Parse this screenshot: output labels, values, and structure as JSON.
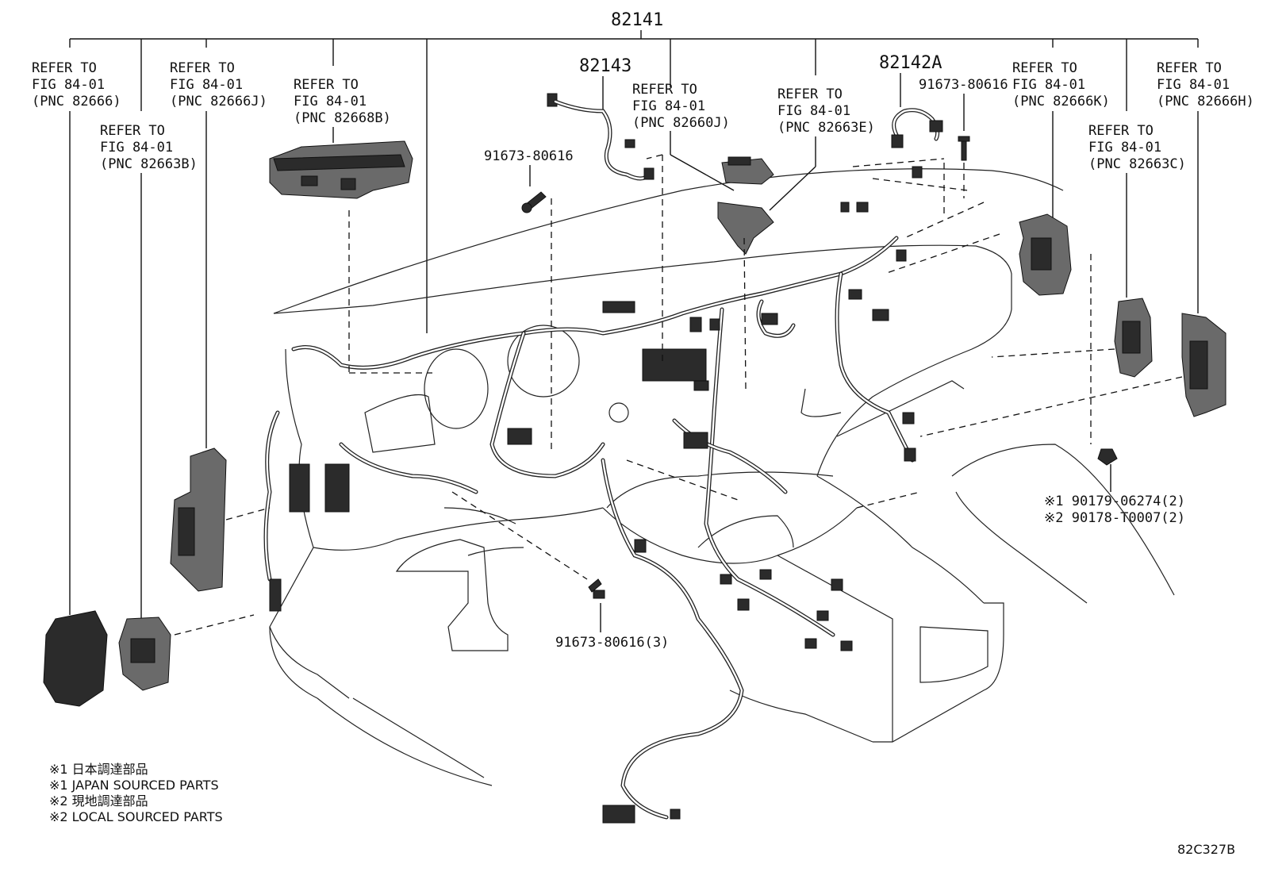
{
  "main_part": "82141",
  "labels": {
    "p82143": "82143",
    "p82142A": "82142A",
    "diagram_code": "82C327B"
  },
  "callouts": [
    {
      "l1": "REFER TO",
      "l2": "FIG 84-01",
      "l3": "(PNC 82666)"
    },
    {
      "l1": "REFER TO",
      "l2": "FIG 84-01",
      "l3": "(PNC 82663B)"
    },
    {
      "l1": "REFER TO",
      "l2": "FIG 84-01",
      "l3": "(PNC 82666J)"
    },
    {
      "l1": "REFER TO",
      "l2": "FIG 84-01",
      "l3": "(PNC 82668B)"
    },
    {
      "l1": "REFER TO",
      "l2": "FIG 84-01",
      "l3": "(PNC 82660J)"
    },
    {
      "l1": "REFER TO",
      "l2": "FIG 84-01",
      "l3": "(PNC 82663E)"
    },
    {
      "l1": "REFER TO",
      "l2": "FIG 84-01",
      "l3": "(PNC 82666K)"
    },
    {
      "l1": "REFER TO",
      "l2": "FIG 84-01",
      "l3": "(PNC 82663C)"
    },
    {
      "l1": "REFER TO",
      "l2": "FIG 84-01",
      "l3": "(PNC 82666H)"
    }
  ],
  "fasteners": {
    "f1": "91673-80616",
    "f2": "91673-80616",
    "f3": "91673-80616(3)",
    "clip1": "※1 90179-06274(2)",
    "clip2": "※2 90178-T0007(2)"
  },
  "notes": [
    "※1 日本調達部品",
    "※1 JAPAN SOURCED PARTS",
    "※2 現地調達部品",
    "※2 LOCAL SOURCED PARTS"
  ]
}
